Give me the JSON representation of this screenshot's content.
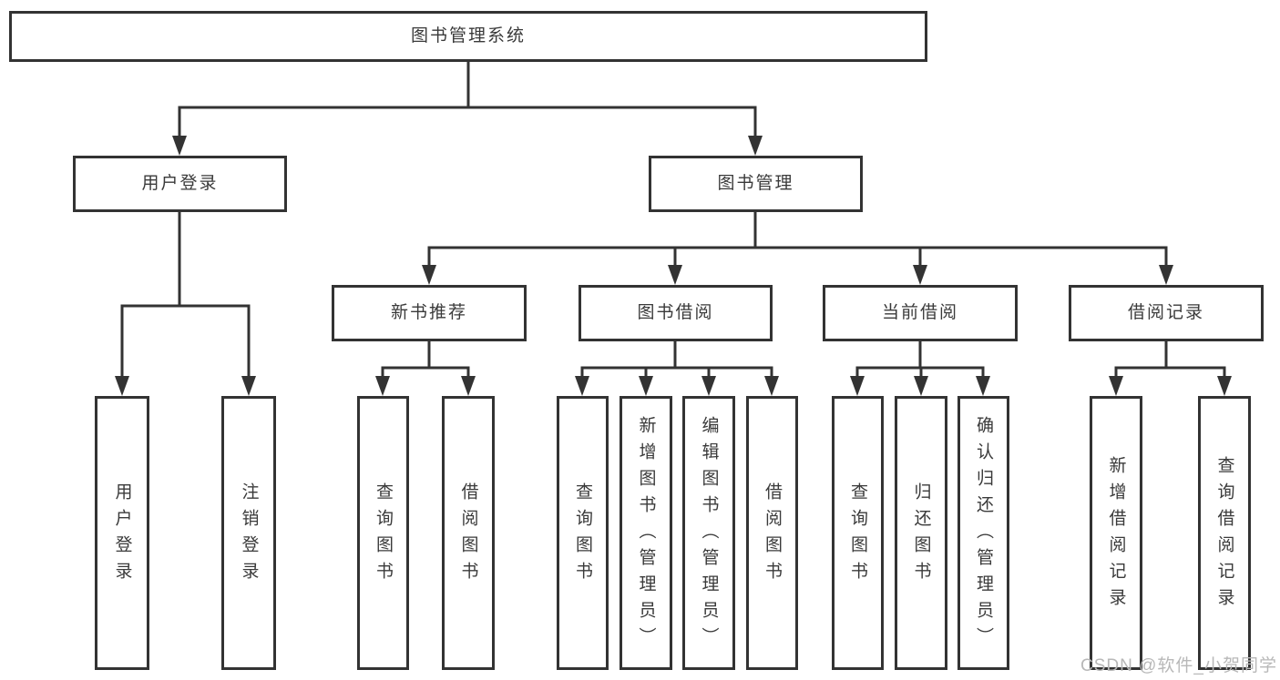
{
  "diagram": {
    "title": "图书管理系统",
    "branches": [
      {
        "label": "用户登录",
        "children": [
          {
            "label": "用户登录"
          },
          {
            "label": "注销登录"
          }
        ]
      },
      {
        "label": "图书管理",
        "children": [
          {
            "label": "新书推荐",
            "children": [
              {
                "label": "查询图书"
              },
              {
                "label": "借阅图书"
              }
            ]
          },
          {
            "label": "图书借阅",
            "children": [
              {
                "label": "查询图书"
              },
              {
                "label": "新增图书（管理员）"
              },
              {
                "label": "编辑图书（管理员）"
              },
              {
                "label": "借阅图书"
              }
            ]
          },
          {
            "label": "当前借阅",
            "children": [
              {
                "label": "查询图书"
              },
              {
                "label": "归还图书"
              },
              {
                "label": "确认归还（管理员）"
              }
            ]
          },
          {
            "label": "借阅记录",
            "children": [
              {
                "label": "新增借阅记录"
              },
              {
                "label": "查询借阅记录"
              }
            ]
          }
        ]
      }
    ]
  },
  "watermark": {
    "text": "CSDN @软件_小贺同学",
    "color": "#b8b8b8"
  },
  "colors": {
    "line": "#333333",
    "text": "#3a3a3a",
    "background": "#ffffff"
  }
}
